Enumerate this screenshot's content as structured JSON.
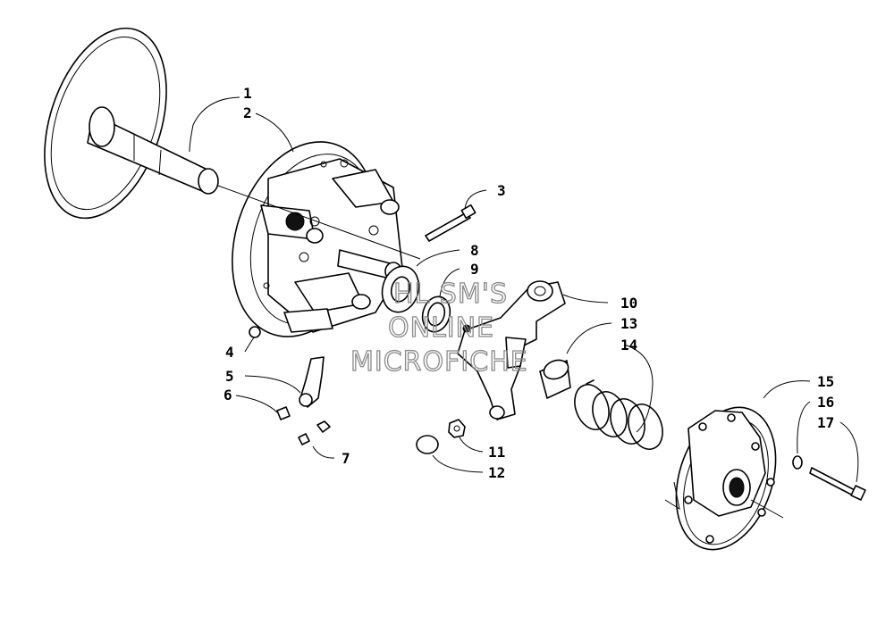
{
  "callouts": {
    "c1": "1",
    "c2": "2",
    "c3": "3",
    "c4": "4",
    "c5": "5",
    "c6": "6",
    "c7": "7",
    "c8": "8",
    "c9": "9",
    "c10": "10",
    "c11": "11",
    "c12": "12",
    "c13": "13",
    "c14": "14",
    "c15": "15",
    "c16": "16",
    "c17": "17"
  },
  "watermark": {
    "line1": "HL SM'S",
    "line2": "ONLINE",
    "line3": "MICROFICHE"
  }
}
